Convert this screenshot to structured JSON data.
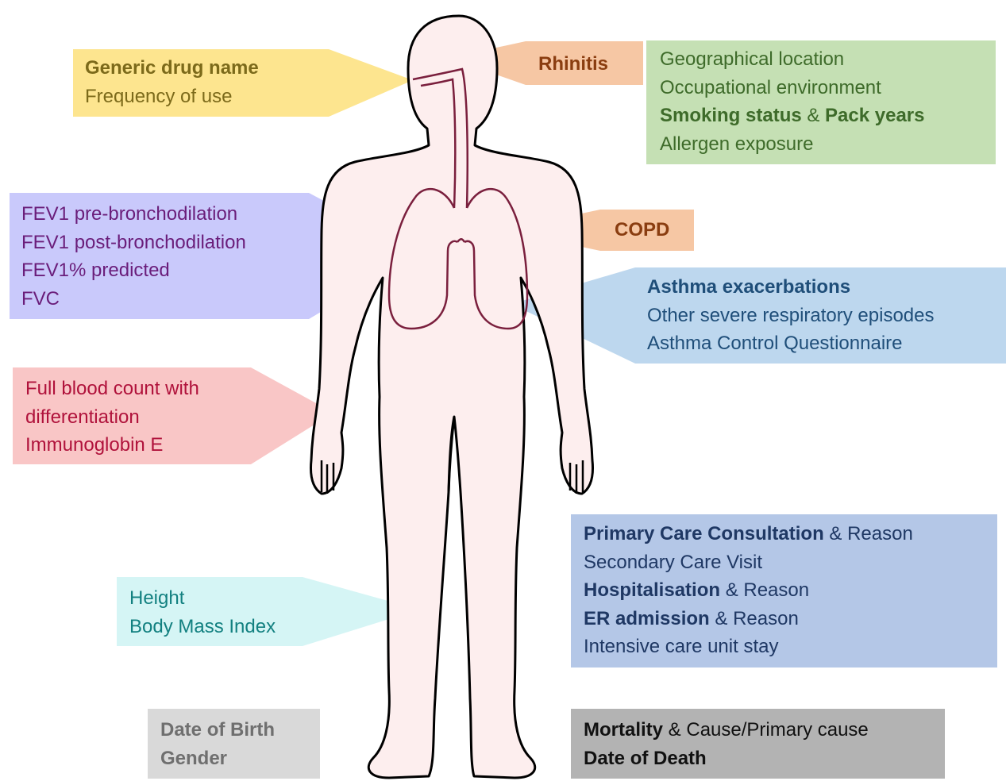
{
  "colors": {
    "body_fill": "#fdeeee",
    "outline": "#000000",
    "airway": "#7a1f3d",
    "drug_box": "#fde58f",
    "drug_text": "#7c6a1a",
    "rhinitis_box": "#f6c7a4",
    "rhinitis_text": "#8a3d10",
    "env_box": "#c5e0b4",
    "env_text": "#3e6b2a",
    "lung_box": "#c9c9fb",
    "lung_text": "#6a1d7a",
    "copd_box": "#f6c7a4",
    "copd_text": "#8a3d10",
    "asthma_box": "#bdd7ee",
    "asthma_text": "#1f4e79",
    "blood_box": "#f9c6c6",
    "blood_text": "#b0123b",
    "care_box": "#b4c7e7",
    "care_text": "#1f3864",
    "height_box": "#d5f5f5",
    "height_text": "#128080",
    "birth_box": "#d9d9d9",
    "birth_text": "#6f6f6f",
    "death_box": "#b3b3b3",
    "death_text": "#111111"
  },
  "drug": {
    "line1": "Generic drug name",
    "line2": "Frequency of use"
  },
  "rhinitis": {
    "label": "Rhinitis"
  },
  "environment": {
    "line1": "Geographical location",
    "line2": "Occupational environment",
    "line3a": "Smoking status",
    "line3b": " & ",
    "line3c": "Pack years",
    "line4": "Allergen exposure"
  },
  "lung_function": {
    "line1": "FEV1 pre-bronchodilation",
    "line2": "FEV1 post-bronchodilation",
    "line3": "FEV1% predicted",
    "line4": "FVC"
  },
  "copd": {
    "label": "COPD"
  },
  "asthma": {
    "line1": "Asthma exacerbations",
    "line2": "Other severe respiratory episodes",
    "line3": "Asthma Control Questionnaire"
  },
  "blood": {
    "line1": "Full blood count with",
    "line2": "differentiation",
    "line3": "Immunoglobin E"
  },
  "healthcare": {
    "line1a": "Primary Care Consultation",
    "line1b": " & Reason",
    "line2": "Secondary Care Visit",
    "line3a": "Hospitalisation",
    "line3b": " & Reason",
    "line4a": "ER admission",
    "line4b": " & Reason",
    "line5": "Intensive care unit stay"
  },
  "anthropometry": {
    "line1": "Height",
    "line2": "Body Mass Index"
  },
  "demographics": {
    "line1": "Date of Birth",
    "line2": "Gender"
  },
  "mortality": {
    "line1a": "Mortality",
    "line1b": " & Cause/Primary cause",
    "line2": "Date of Death"
  }
}
